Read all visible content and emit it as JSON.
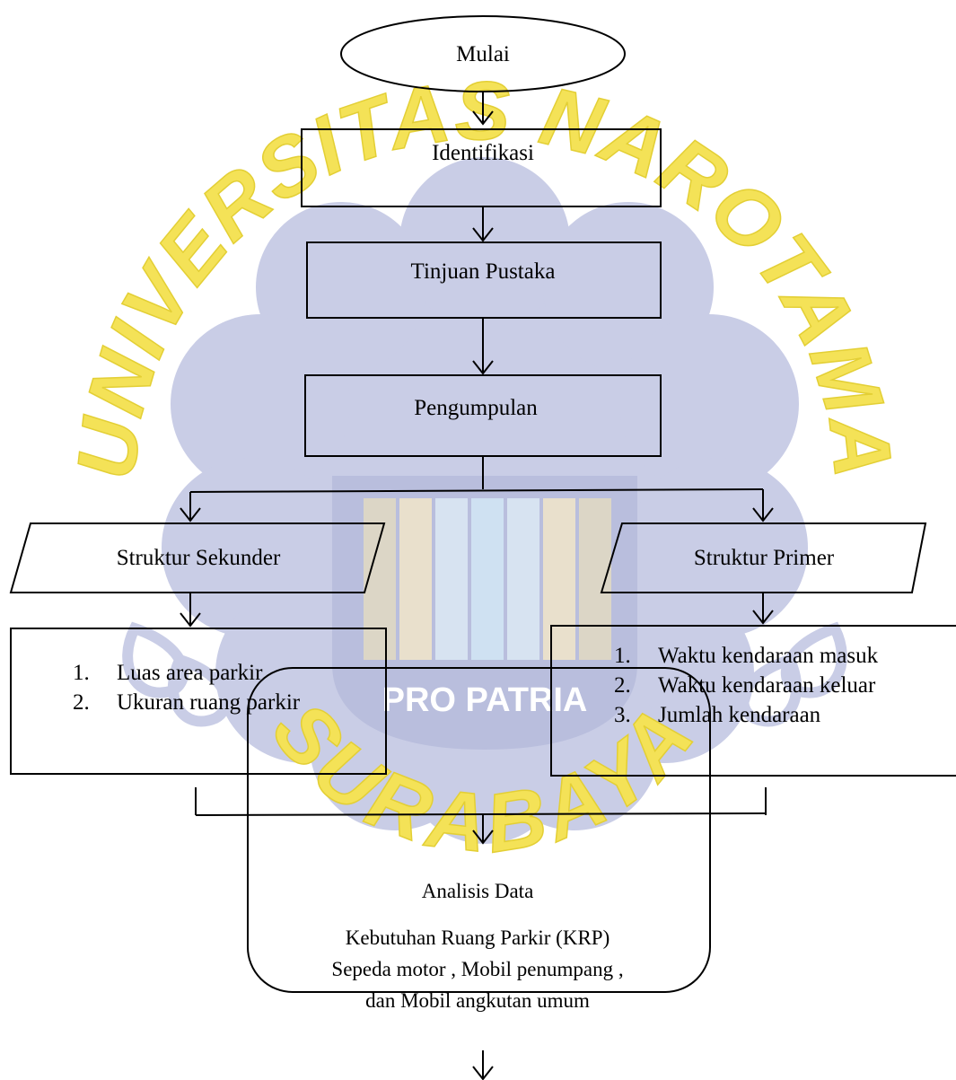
{
  "colors": {
    "watermark_disc": "#c9cde6",
    "watermark_text": "#f4e257",
    "watermark_text_stroke": "#e3cf35",
    "line": "#000000"
  },
  "watermark": {
    "top_text": "UNIVERSITAS NAROTAMA",
    "bottom_text": "SURABAYA",
    "center_text": "PRO PATRIA"
  },
  "nodes": {
    "start": "Mulai",
    "identification": "Identifikasi",
    "literature": "Tinjuan Pustaka",
    "collection": "Pengumpulan",
    "secondary": "Struktur Sekunder",
    "primary": "Struktur Primer",
    "analysis_title": "Analisis Data",
    "analysis_lines": [
      "Kebutuhan Ruang Parkir (KRP)",
      "Sepeda motor , Mobil penumpang ,",
      "dan  Mobil angkutan umum"
    ]
  },
  "secondary_items": [
    {
      "num": "1.",
      "text": "Luas area parkir"
    },
    {
      "num": "2.",
      "text": "Ukuran ruang parkir"
    }
  ],
  "primary_items": [
    {
      "num": "1.",
      "text": "Waktu kendaraan masuk"
    },
    {
      "num": "2.",
      "text": "Waktu kendaraan keluar"
    },
    {
      "num": "3.",
      "text": "Jumlah kendaraan"
    }
  ]
}
